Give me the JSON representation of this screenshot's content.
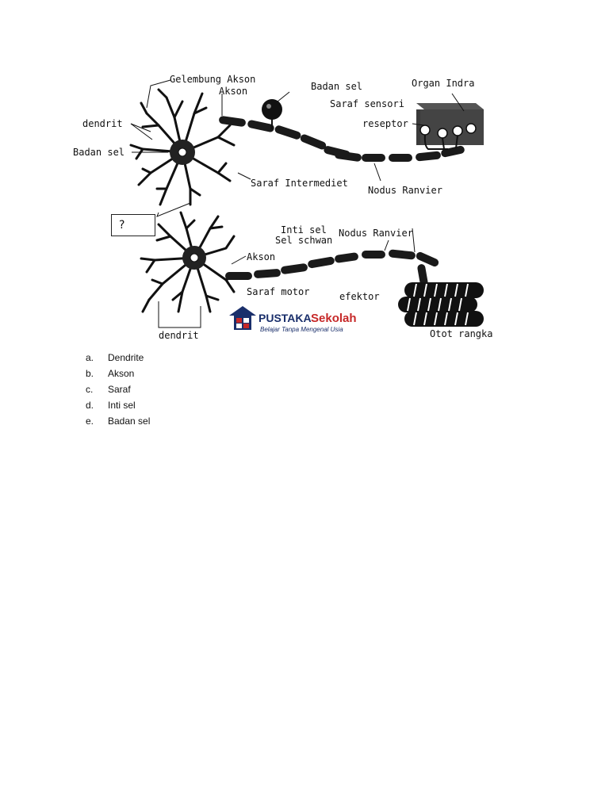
{
  "figure": {
    "labels": {
      "gelembung_akson": "Gelembung Akson",
      "akson_top": "Akson",
      "badan_sel_top": "Badan sel",
      "organ_indra": "Organ Indra",
      "saraf_sensori": "Saraf sensori",
      "reseptor": "reseptor",
      "dendrit_top": "dendrit",
      "badan_sel_left": "Badan sel",
      "saraf_intermediet": "Saraf Intermediet",
      "nodus_ranvier_top": "Nodus Ranvier",
      "inti_sel": "Inti sel",
      "sel_schwan": "Sel schwan",
      "nodus_ranvier_bottom": "Nodus Ranvier",
      "akson_bottom": "Akson",
      "saraf_motor": "Saraf motor",
      "efektor": "efektor",
      "dendrit_bottom": "dendrit",
      "otot_rangka": "Otot rangka"
    },
    "question_mark": "?",
    "logo": {
      "brand1": "PUSTAKA",
      "brand2": "Sekolah",
      "tagline": "Belajar Tanpa Mengenal Usia",
      "brand1_color": "#1a2f6b",
      "brand2_color": "#c62828"
    }
  },
  "options": [
    {
      "key": "a.",
      "text": "Dendrite"
    },
    {
      "key": "b.",
      "text": "Akson"
    },
    {
      "key": "c.",
      "text": "Saraf"
    },
    {
      "key": "d.",
      "text": "Inti sel"
    },
    {
      "key": "e.",
      "text": "Badan sel"
    }
  ]
}
